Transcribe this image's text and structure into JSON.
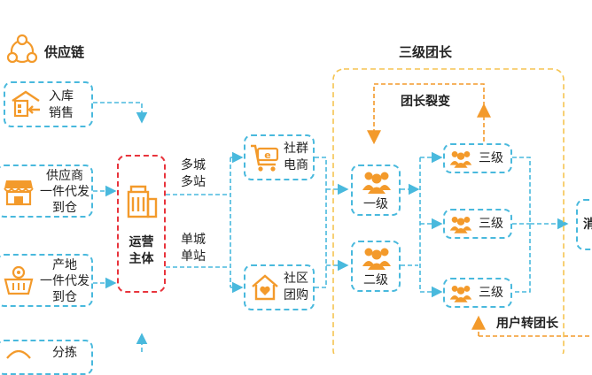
{
  "colors": {
    "accent": "#f39a2b",
    "connector": "#49b9dd",
    "operator_border": "#e8343c",
    "group_border": "#f5c451"
  },
  "supply_chain": {
    "title": "供应链",
    "items": [
      {
        "line1": "入库",
        "line2": "销售",
        "icon": "warehouse-icon"
      },
      {
        "line1": "供应商",
        "line2": "一件代发",
        "line3": "到仓",
        "icon": "storefront-icon"
      },
      {
        "line1": "产地",
        "line2": "一件代发",
        "line3": "到仓",
        "icon": "basket-icon"
      },
      {
        "line1": "分拣",
        "icon": "sorting-icon"
      }
    ]
  },
  "operator": {
    "line1": "运营",
    "line2": "主体",
    "icon": "building-icon"
  },
  "stations": {
    "multi_line1": "多城",
    "multi_line2": "多站",
    "single_line1": "单城",
    "single_line2": "单站"
  },
  "platforms": [
    {
      "line1": "社群",
      "line2": "电商",
      "icon": "cart-icon"
    },
    {
      "line1": "社区",
      "line2": "团购",
      "icon": "house-heart-icon"
    }
  ],
  "group_leaders": {
    "title": "三级团长",
    "fission_label": "团长裂变",
    "convert_label": "用户转团长",
    "level1": "一级",
    "level2": "二级",
    "level3": [
      "三级",
      "三级",
      "三级"
    ]
  },
  "consumer": {
    "text": "消"
  }
}
